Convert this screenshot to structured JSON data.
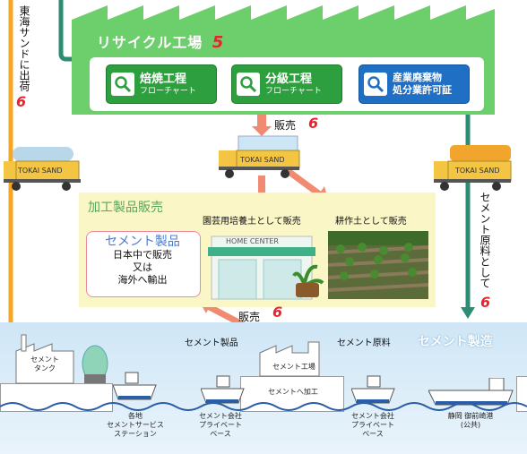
{
  "recycle_plant": {
    "title": "リサイクル工場",
    "step_no": "5",
    "buttons": [
      {
        "line1": "焙焼工程",
        "line2": "フローチャート",
        "icon": "magnifier-icon"
      },
      {
        "line1": "分級工程",
        "line2": "フローチャート",
        "icon": "magnifier-icon"
      },
      {
        "line1": "産業廃棄物",
        "line2": "処分業許可証",
        "icon": "magnifier-icon"
      }
    ]
  },
  "left_route": {
    "label": "東海サンドに出荷",
    "step_no": "6"
  },
  "sale_top": {
    "label": "販売",
    "step_no": "6"
  },
  "trucks": {
    "label": "TOKAI SAND"
  },
  "right_route": {
    "label": "セメント原料として",
    "step_no": "6"
  },
  "processed": {
    "title": "加工製品販売",
    "garden_label": "園芸用培養土として販売",
    "farm_label": "耕作土として販売",
    "home_center": "HOME CENTER",
    "cement_product": {
      "title": "セメント製品",
      "lines": [
        "日本中で販売",
        "又は",
        "海外へ輸出"
      ]
    }
  },
  "sale_bottom": {
    "label": "販売",
    "step_no": "6"
  },
  "cement": {
    "section_title": "セメント製造",
    "product_label": "セメント製品",
    "material_label": "セメント原料",
    "tank_label": "セメント\nタンク",
    "factory_label": "セメント工場",
    "processing_label": "セメントへ加工",
    "stations": [
      "各地\nセメントサービス\nステーション",
      "セメント会社\nプライベート\nベース",
      "セメント会社\nプライベート\nベース",
      "静岡 御前崎港\n(公共)"
    ]
  },
  "colors": {
    "green": "#6ccf6c",
    "orange": "#f5a623",
    "salmon": "#f08a70",
    "red_number": "#e8232c",
    "blue_button": "#1f6fc5"
  }
}
